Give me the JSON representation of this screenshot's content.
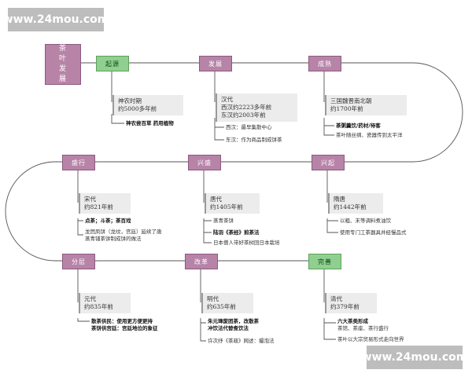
{
  "watermarks": {
    "top": "www.24mou.com",
    "bottom": "www.24mou.com"
  },
  "root": {
    "label": "茶叶发展",
    "chars": [
      "茶",
      "叶",
      "发",
      "展"
    ]
  },
  "stages": [
    {
      "label": "起源",
      "color": "green"
    },
    {
      "label": "发展",
      "color": "purple"
    },
    {
      "label": "成熟",
      "color": "purple"
    },
    {
      "label": "兴起",
      "color": "purple"
    },
    {
      "label": "兴盛",
      "color": "purple"
    },
    {
      "label": "盛行",
      "color": "purple"
    },
    {
      "label": "分层",
      "color": "purple"
    },
    {
      "label": "改革",
      "color": "purple"
    },
    {
      "label": "完善",
      "color": "green"
    }
  ],
  "eras": [
    {
      "lines": [
        "神农时期",
        "约5000多年前"
      ]
    },
    {
      "lines": [
        "汉代",
        "西汉约2223多年前",
        "东汉约2003年前"
      ]
    },
    {
      "lines": [
        "三国魏晋南北朝",
        "约1700年前"
      ]
    },
    {
      "lines": [
        "隋唐",
        "约1442年前"
      ]
    },
    {
      "lines": [
        "唐代",
        "约1405年前"
      ]
    },
    {
      "lines": [
        "宋代",
        "约821年前"
      ]
    },
    {
      "lines": [
        "元代",
        "约835年前"
      ]
    },
    {
      "lines": [
        "明代",
        "约635年前"
      ]
    },
    {
      "lines": [
        "清代",
        "约379年前"
      ]
    }
  ],
  "notes": [
    {
      "text": "神农尝百草 药用植物",
      "bold": true
    },
    {
      "text": "西汉：最早集散中心",
      "bold": false
    },
    {
      "text": "东汉：作为商品制成饼茶",
      "bold": false
    },
    {
      "text": "茶粥羹饮/药材/待客",
      "bold": true
    },
    {
      "text": "茶叶随丝绸、瓷器传到太平洋",
      "bold": false
    },
    {
      "text": "以粗、末等调料煮油饮",
      "bold": false
    },
    {
      "text": "使用专门工茶器具并经慢品式",
      "bold": false
    },
    {
      "text": "蒸青茶饼",
      "bold": false
    },
    {
      "text": "陆羽《茶经》煎茶法",
      "bold": true
    },
    {
      "text": "日本僧人带好茶树回日本栽培",
      "bold": false
    },
    {
      "text": "点茶；斗茶；茶百戏",
      "bold": true
    },
    {
      "text": "龙团凤饼（龙纹，宫廷）延续了唐",
      "bold": false
    },
    {
      "text": "蒸青铺茶饼制成饼的做法",
      "bold": false
    },
    {
      "text": "散茶供民：使用更方便更持",
      "bold": true
    },
    {
      "text": "茶饼供宫廷：宫廷地位的象征",
      "bold": true
    },
    {
      "text": "朱元璋废团茶，改散茶",
      "bold": true
    },
    {
      "text": "冲饮法代替煮饮法",
      "bold": true
    },
    {
      "text": "许次纾《茶疏》网述：撮泡法",
      "bold": false
    },
    {
      "text": "六大茶类形成",
      "bold": true
    },
    {
      "text": "茶馆、茶座、茶行盛行",
      "bold": false
    },
    {
      "text": "茶叶以大宗贸易形式走向世界",
      "bold": false
    }
  ],
  "colors": {
    "purple": "#b784a8",
    "green": "#8fcf8f",
    "line": "#555555"
  }
}
